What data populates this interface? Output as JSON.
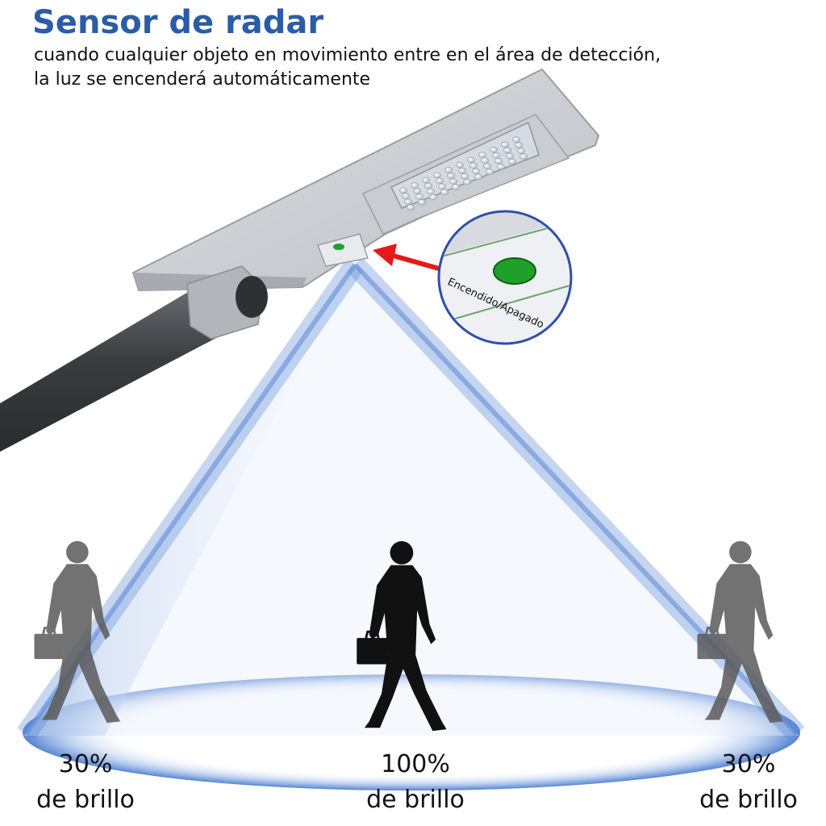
{
  "header": {
    "title": "Sensor de radar",
    "subtitle_lines": [
      "cuando cualquier objeto en movimiento entre en el área de detección,",
      "la luz se encenderá automáticamente"
    ]
  },
  "switch_callout": {
    "label": "Encendido/Apagado",
    "indicator_color": "#1fa02a",
    "arrow_color": "#e81818"
  },
  "brightness_zones": [
    {
      "percent": "30%",
      "caption": "de brillo"
    },
    {
      "percent": "100%",
      "caption": "de brillo"
    },
    {
      "percent": "30%",
      "caption": "de brillo"
    }
  ],
  "colors": {
    "title": "#2a5ca8",
    "beam": "#4f7fcf",
    "person_active": "#111111",
    "person_dim": "#5a5a5a"
  }
}
